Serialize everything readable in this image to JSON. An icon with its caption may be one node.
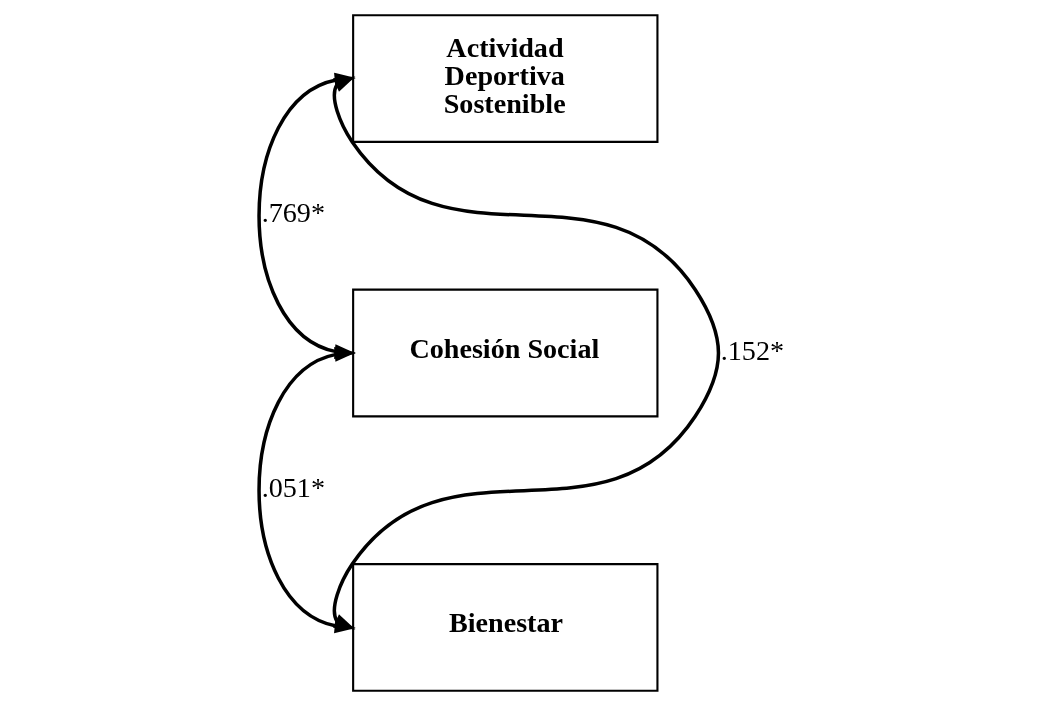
{
  "diagram": {
    "nodes": [
      {
        "text": [
          "Actividad Deportiva Sostenible"
        ]
      },
      {
        "text": [
          "Cohesión Social"
        ]
      },
      {
        "text": [
          "Bienestar"
        ]
      }
    ],
    "edges": [
      {
        "from": 0,
        "to": 1,
        "arrow": "both",
        "label": ".769*"
      },
      {
        "from": 1,
        "to": 2,
        "arrow": "both",
        "label": ".051*"
      },
      {
        "from": 0,
        "to": 2,
        "arrow": "both",
        "label": ".152*"
      }
    ]
  }
}
